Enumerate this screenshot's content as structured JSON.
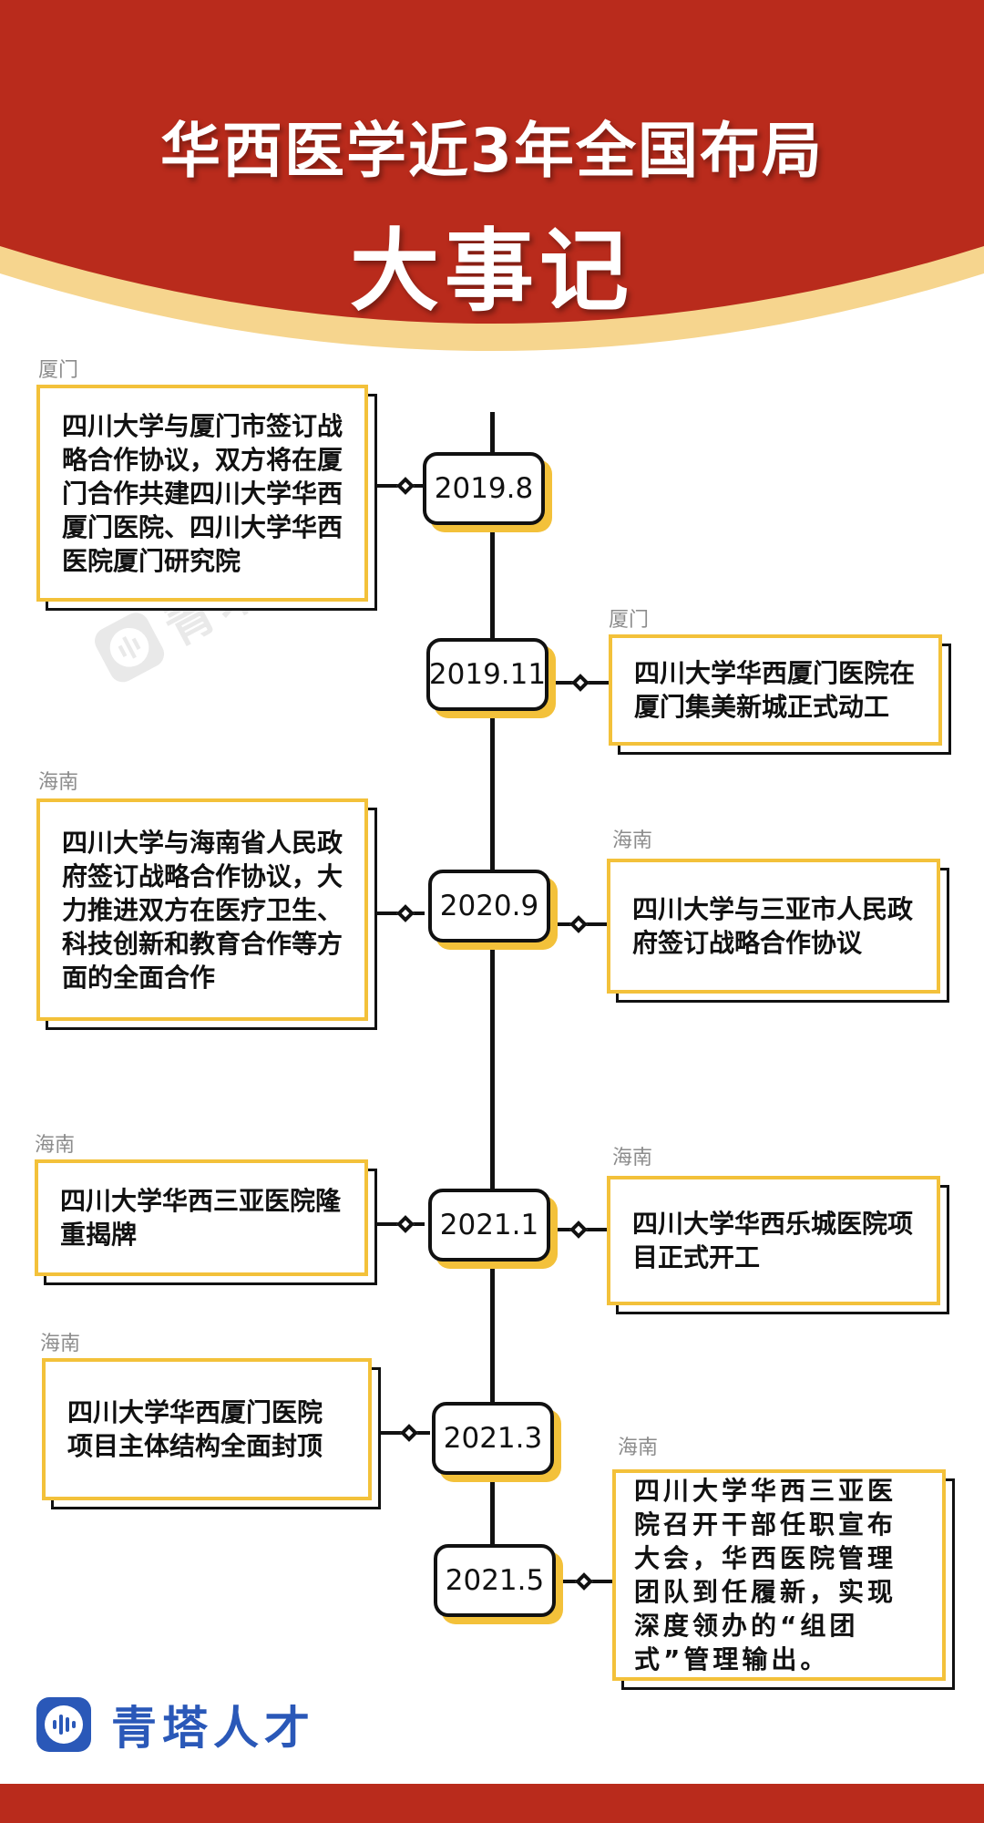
{
  "title": {
    "line1": "华西医学近3年全国布局",
    "line2": "大事记"
  },
  "colors": {
    "header_red": "#b92b1c",
    "accent_yellow": "#f3c13a",
    "brand_blue": "#2a58b8",
    "ink": "#111111"
  },
  "events": [
    {
      "date": "2019.8",
      "side": "left",
      "region": "厦门",
      "text": "四川大学与厦门市签订战略合作协议，双方将在厦门合作共建四川大学华西厦门医院、四川大学华西医院厦门研究院"
    },
    {
      "date": "2019.11",
      "side": "right",
      "region": "厦门",
      "text": "四川大学华西厦门医院在厦门集美新城正式动工"
    },
    {
      "date": "2020.9",
      "side": "left",
      "region": "海南",
      "text": "四川大学与海南省人民政府签订战略合作协议，大力推进双方在医疗卫生、科技创新和教育合作等方面的全面合作"
    },
    {
      "date": "2020.9",
      "side": "right",
      "region": "海南",
      "text": "四川大学与三亚市人民政府签订战略合作协议"
    },
    {
      "date": "2021.1",
      "side": "left",
      "region": "海南",
      "text": "四川大学华西三亚医院隆重揭牌"
    },
    {
      "date": "2021.1",
      "side": "right",
      "region": "海南",
      "text": "四川大学华西乐城医院项目正式开工"
    },
    {
      "date": "2021.3",
      "side": "left",
      "region": "海南",
      "text": "四川大学华西厦门医院项目主体结构全面封顶"
    },
    {
      "date": "2021.5",
      "side": "right",
      "region": "海南",
      "text": "四川大学华西三亚医院召开干部任职宣布大会，华西医院管理团队到任履新，实现深度领办的“组团式”管理输出。"
    }
  ],
  "dates": [
    "2019.8",
    "2019.11",
    "2020.9",
    "2021.1",
    "2021.3",
    "2021.5"
  ],
  "brand": {
    "name": "青塔人才",
    "logo_icon": "voice-wave-icon"
  },
  "watermark": {
    "text": "青塔人才"
  }
}
